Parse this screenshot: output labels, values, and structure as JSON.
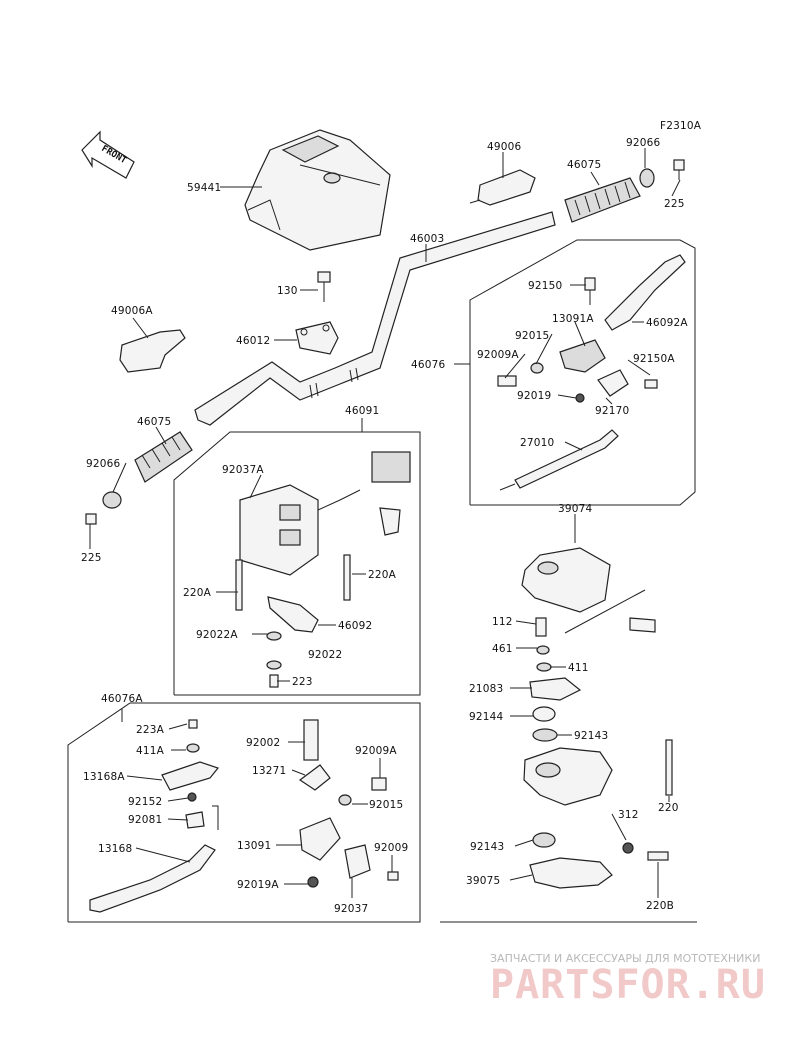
{
  "figure_code": "F2310A",
  "front_arrow_text": "FRONT",
  "watermark": {
    "tagline": "ЗАПЧАСТИ И АКСЕССУАРЫ ДЛЯ МОТОТЕХНИКИ",
    "brand": "PARTSFOR.RU"
  },
  "labels": {
    "p59441": "59441",
    "p49006": "49006",
    "p46075_top": "46075",
    "p92066_top": "92066",
    "p225_top": "225",
    "p46003": "46003",
    "p130": "130",
    "p46012": "46012",
    "p49006A": "49006A",
    "p46075_left": "46075",
    "p92066_left": "92066",
    "p225_left": "225",
    "p92150": "92150",
    "p13091A": "13091A",
    "p92015_r": "92015",
    "p46092A": "46092A",
    "p46076": "46076",
    "p92009A_r": "92009A",
    "p92150A": "92150A",
    "p92019": "92019",
    "p92170": "92170",
    "p27010": "27010",
    "p46091": "46091",
    "p92037A": "92037A",
    "p220A_l": "220A",
    "p220A_r": "220A",
    "p92022A": "92022A",
    "p46092": "46092",
    "p92022": "92022",
    "p223": "223",
    "p39074": "39074",
    "p112": "112",
    "p461": "461",
    "p411": "411",
    "p21083": "21083",
    "p92144": "92144",
    "p92143_a": "92143",
    "p220": "220",
    "p312": "312",
    "p92143_b": "92143",
    "p39075": "39075",
    "p220B": "220B",
    "p46076A": "46076A",
    "p223A": "223A",
    "p411A": "411A",
    "p13168A": "13168A",
    "p92152": "92152",
    "p92081": "92081",
    "p13168": "13168",
    "p92002": "92002",
    "p92009A_b": "92009A",
    "p13271": "13271",
    "p92015_b": "92015",
    "p13091": "13091",
    "p92009": "92009",
    "p92019A": "92019A",
    "p92037": "92037"
  }
}
